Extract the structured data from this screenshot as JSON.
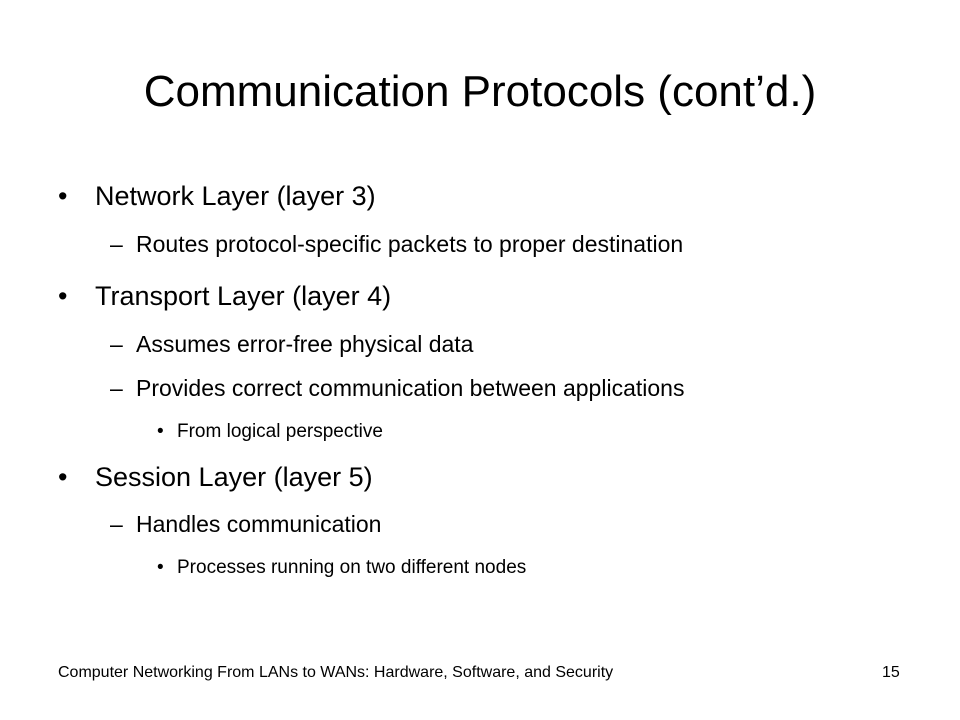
{
  "title": "Communication Protocols (cont’d.)",
  "bullets": {
    "level1_symbol": "•",
    "level2_symbol": "–",
    "level3_symbol": "•"
  },
  "items": [
    {
      "level": 1,
      "text": "Network Layer (layer 3)"
    },
    {
      "level": 2,
      "text": "Routes protocol-specific packets to proper destination"
    },
    {
      "level": 1,
      "text": "Transport Layer (layer 4)"
    },
    {
      "level": 2,
      "text": "Assumes error-free physical data"
    },
    {
      "level": 2,
      "text": "Provides correct communication between applications"
    },
    {
      "level": 3,
      "text": "From logical perspective"
    },
    {
      "level": 1,
      "text": "Session Layer (layer 5)"
    },
    {
      "level": 2,
      "text": "Handles communication"
    },
    {
      "level": 3,
      "text": "Processes running on two different nodes"
    }
  ],
  "footer": {
    "source": "Computer Networking From LANs to WANs: Hardware, Software, and Security",
    "page_number": "15"
  }
}
